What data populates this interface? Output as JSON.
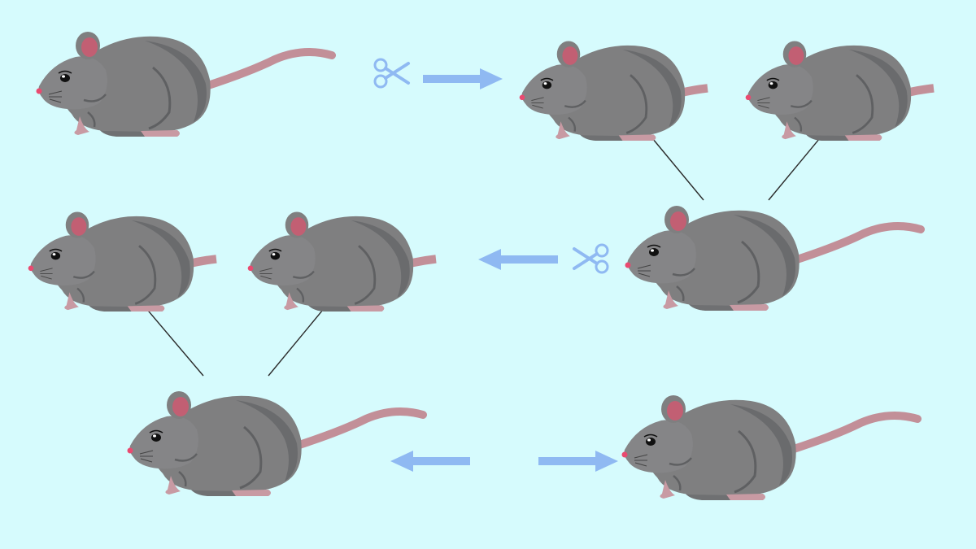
{
  "colors": {
    "background": "#d6fbfd",
    "body": "#7f7f80",
    "body_dark": "#5f6062",
    "ear": "#c25f73",
    "tail": "#c28f98",
    "feet": "#c89aa3",
    "nose": "#e94a70",
    "arrow": "#8fb9f2",
    "scissors": "#8fb9f2",
    "line": "#2b2b2b"
  },
  "diagram": {
    "rats": [
      {
        "id": "rat-original",
        "tail": "long"
      },
      {
        "id": "rat-cut-1a",
        "tail": "short"
      },
      {
        "id": "rat-cut-1b",
        "tail": "short"
      },
      {
        "id": "rat-offspring-1",
        "tail": "long"
      },
      {
        "id": "rat-cut-2a",
        "tail": "short"
      },
      {
        "id": "rat-cut-2b",
        "tail": "short"
      },
      {
        "id": "rat-offspring-2",
        "tail": "long"
      },
      {
        "id": "rat-offspring-3",
        "tail": "long"
      }
    ],
    "arrows": [
      {
        "id": "arrow-cut-1",
        "direction": "right",
        "icon": "scissors-icon"
      },
      {
        "id": "arrow-cut-2",
        "direction": "left",
        "icon": "scissors-icon"
      },
      {
        "id": "arrow-left",
        "direction": "left",
        "icon": ""
      },
      {
        "id": "arrow-right",
        "direction": "right",
        "icon": ""
      }
    ]
  }
}
